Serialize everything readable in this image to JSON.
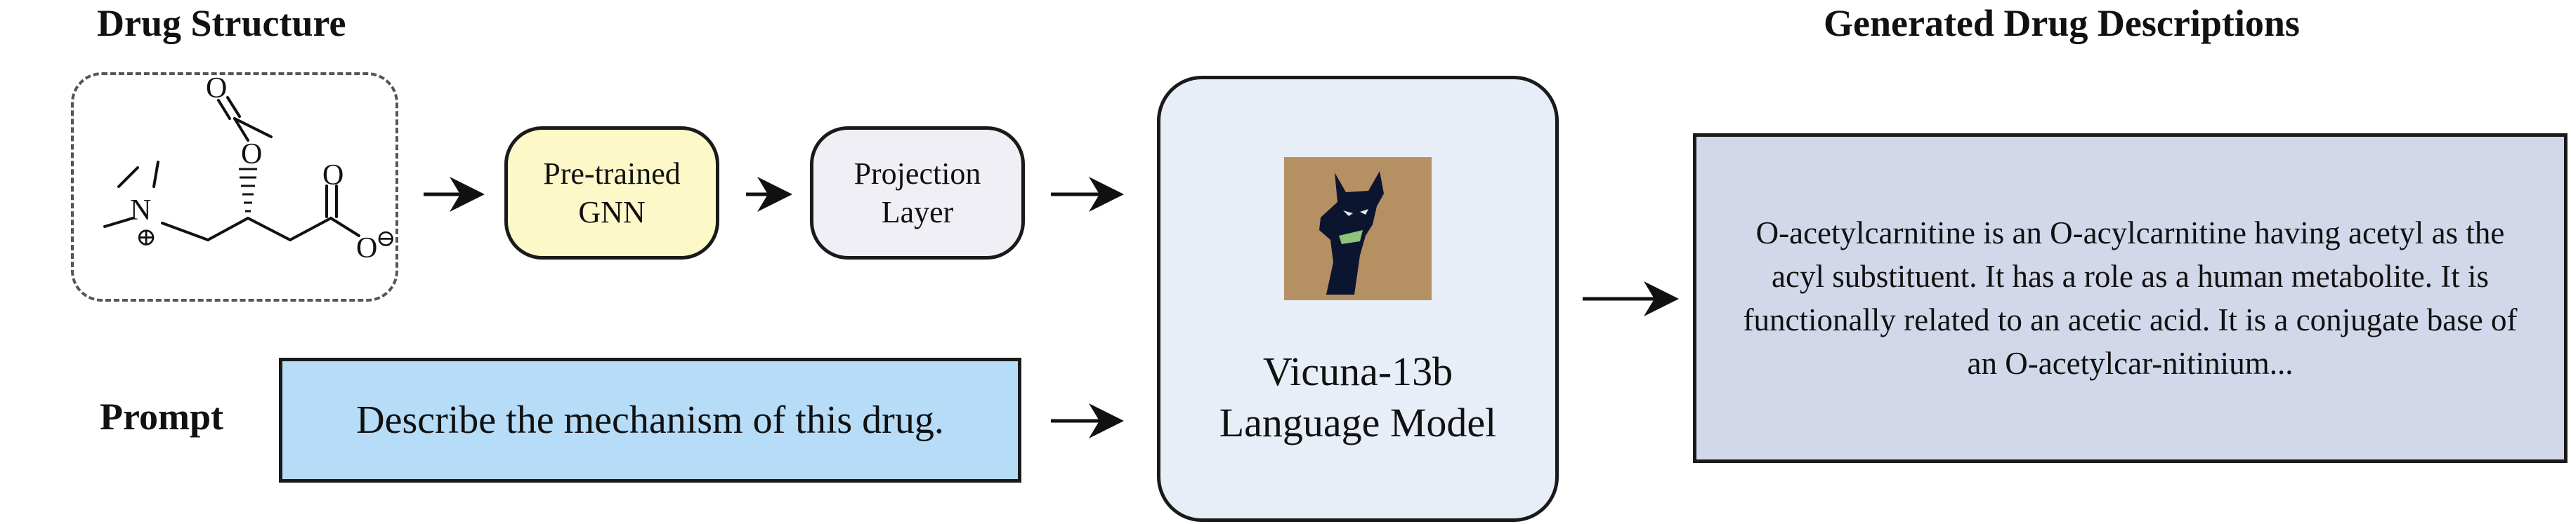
{
  "headings": {
    "drug_structure": "Drug Structure",
    "prompt": "Prompt",
    "generated": "Generated Drug Descriptions"
  },
  "molecule": {
    "charge_plus": "⊕",
    "charge_minus": "⊖",
    "nitrogen": "N",
    "oxygen": "O"
  },
  "boxes": {
    "gnn_line1": "Pre-trained",
    "gnn_line2": "GNN",
    "projection_line1": "Projection",
    "projection_line2": "Layer",
    "prompt_text": "Describe the mechanism of this drug.",
    "llm_line1": "Vicuna-13b",
    "llm_line2": "Language Model",
    "output_text": "O-acetylcarnitine is an O-acylcarnitine having acetyl as the acyl substituent. It has a role as a human metabolite. It is functionally related to an acetic acid. It is a conjugate base of an O-acetylcar-nitinium..."
  },
  "colors": {
    "gnn_fill": "#fdf8c8",
    "projection_fill": "#f1eff6",
    "prompt_fill": "#b6dcf8",
    "llm_fill": "#e8eef8",
    "output_fill": "#d2d8ea",
    "logo_bg": "#b08a5e",
    "logo_llama": "#0c1530"
  },
  "icons": {
    "llm_logo": "vicuna-llama-logo"
  }
}
